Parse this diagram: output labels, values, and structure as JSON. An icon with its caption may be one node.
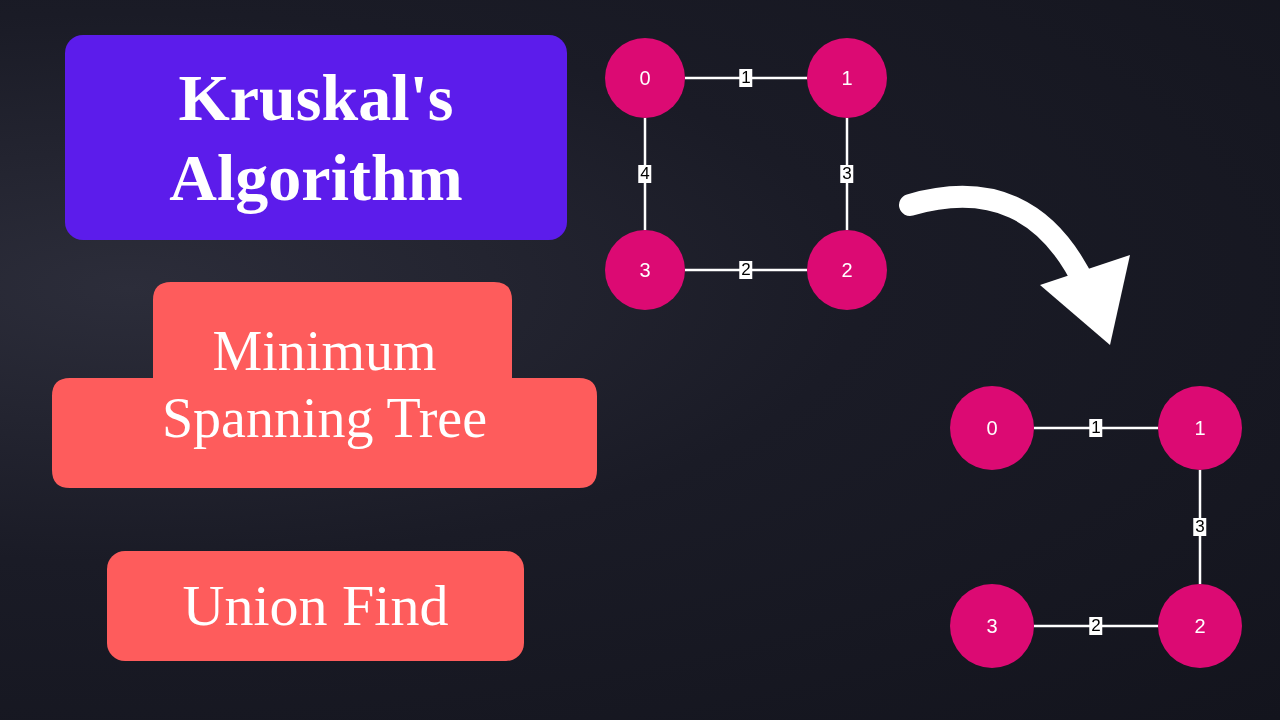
{
  "diagram": {
    "nodes": [
      {
        "text": [
          "Kruskal's Algorithm"
        ]
      },
      {
        "text": [
          "Minimum Spanning Tree"
        ]
      },
      {
        "text": [
          "Union Find"
        ]
      },
      {
        "text": [
          "0"
        ]
      },
      {
        "text": [
          "1"
        ]
      },
      {
        "text": [
          "3"
        ]
      },
      {
        "text": [
          "2"
        ]
      },
      {
        "text": [
          "0"
        ]
      },
      {
        "text": [
          "1"
        ]
      },
      {
        "text": [
          "3"
        ]
      },
      {
        "text": [
          "2"
        ]
      }
    ],
    "edges": [
      {
        "from": 3,
        "to": 4,
        "arrow": "none",
        "label": "1"
      },
      {
        "from": 3,
        "to": 5,
        "arrow": "none",
        "label": "4"
      },
      {
        "from": 4,
        "to": 6,
        "arrow": "none",
        "label": "3"
      },
      {
        "from": 5,
        "to": 6,
        "arrow": "none",
        "label": "2"
      },
      {
        "from": 7,
        "to": 8,
        "arrow": "none",
        "label": "1"
      },
      {
        "from": 8,
        "to": 10,
        "arrow": "none",
        "label": "3"
      },
      {
        "from": 9,
        "to": 10,
        "arrow": "none",
        "label": "2"
      }
    ]
  }
}
